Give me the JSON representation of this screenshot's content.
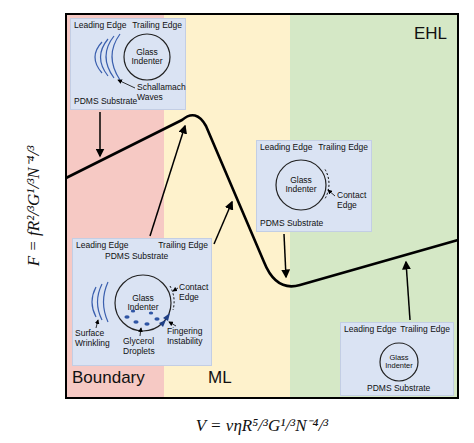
{
  "diagram": {
    "nodes": [
      {
        "text": [
          "Boundary"
        ]
      },
      {
        "text": [
          "ML"
        ]
      },
      {
        "text": [
          "EHL"
        ]
      },
      {
        "text": [
          "Leading Edge",
          "Trailing Edge",
          "Schallamach Waves",
          "PDMS Substrate"
        ]
      },
      {
        "text": [
          "Glass Indenter"
        ],
        "in": 3
      },
      {
        "text": [
          "Leading Edge",
          "Trailing Edge",
          "Contact Edge",
          "PDMS Substrate"
        ]
      },
      {
        "text": [
          "Glass Indenter"
        ],
        "in": 5
      },
      {
        "text": [
          "Leading Edge",
          "PDMS Substrate",
          "Trailing Edge",
          "Contact Edge",
          "Surface Wrinkling",
          "Glycerol Droplets",
          "Fingering Instability"
        ]
      },
      {
        "text": [
          "Glass Indenter"
        ],
        "in": 7
      },
      {
        "text": [
          "Leading Edge",
          "Trailing Edge",
          "PDMS Substrate"
        ]
      },
      {
        "text": [
          "Glass Indenter"
        ],
        "in": 9
      }
    ],
    "labels": [
      "F = fR²/³G¹/³N⁻⁴/³",
      "V = vηR⁵/³G¹/³N⁻⁴/³"
    ]
  }
}
